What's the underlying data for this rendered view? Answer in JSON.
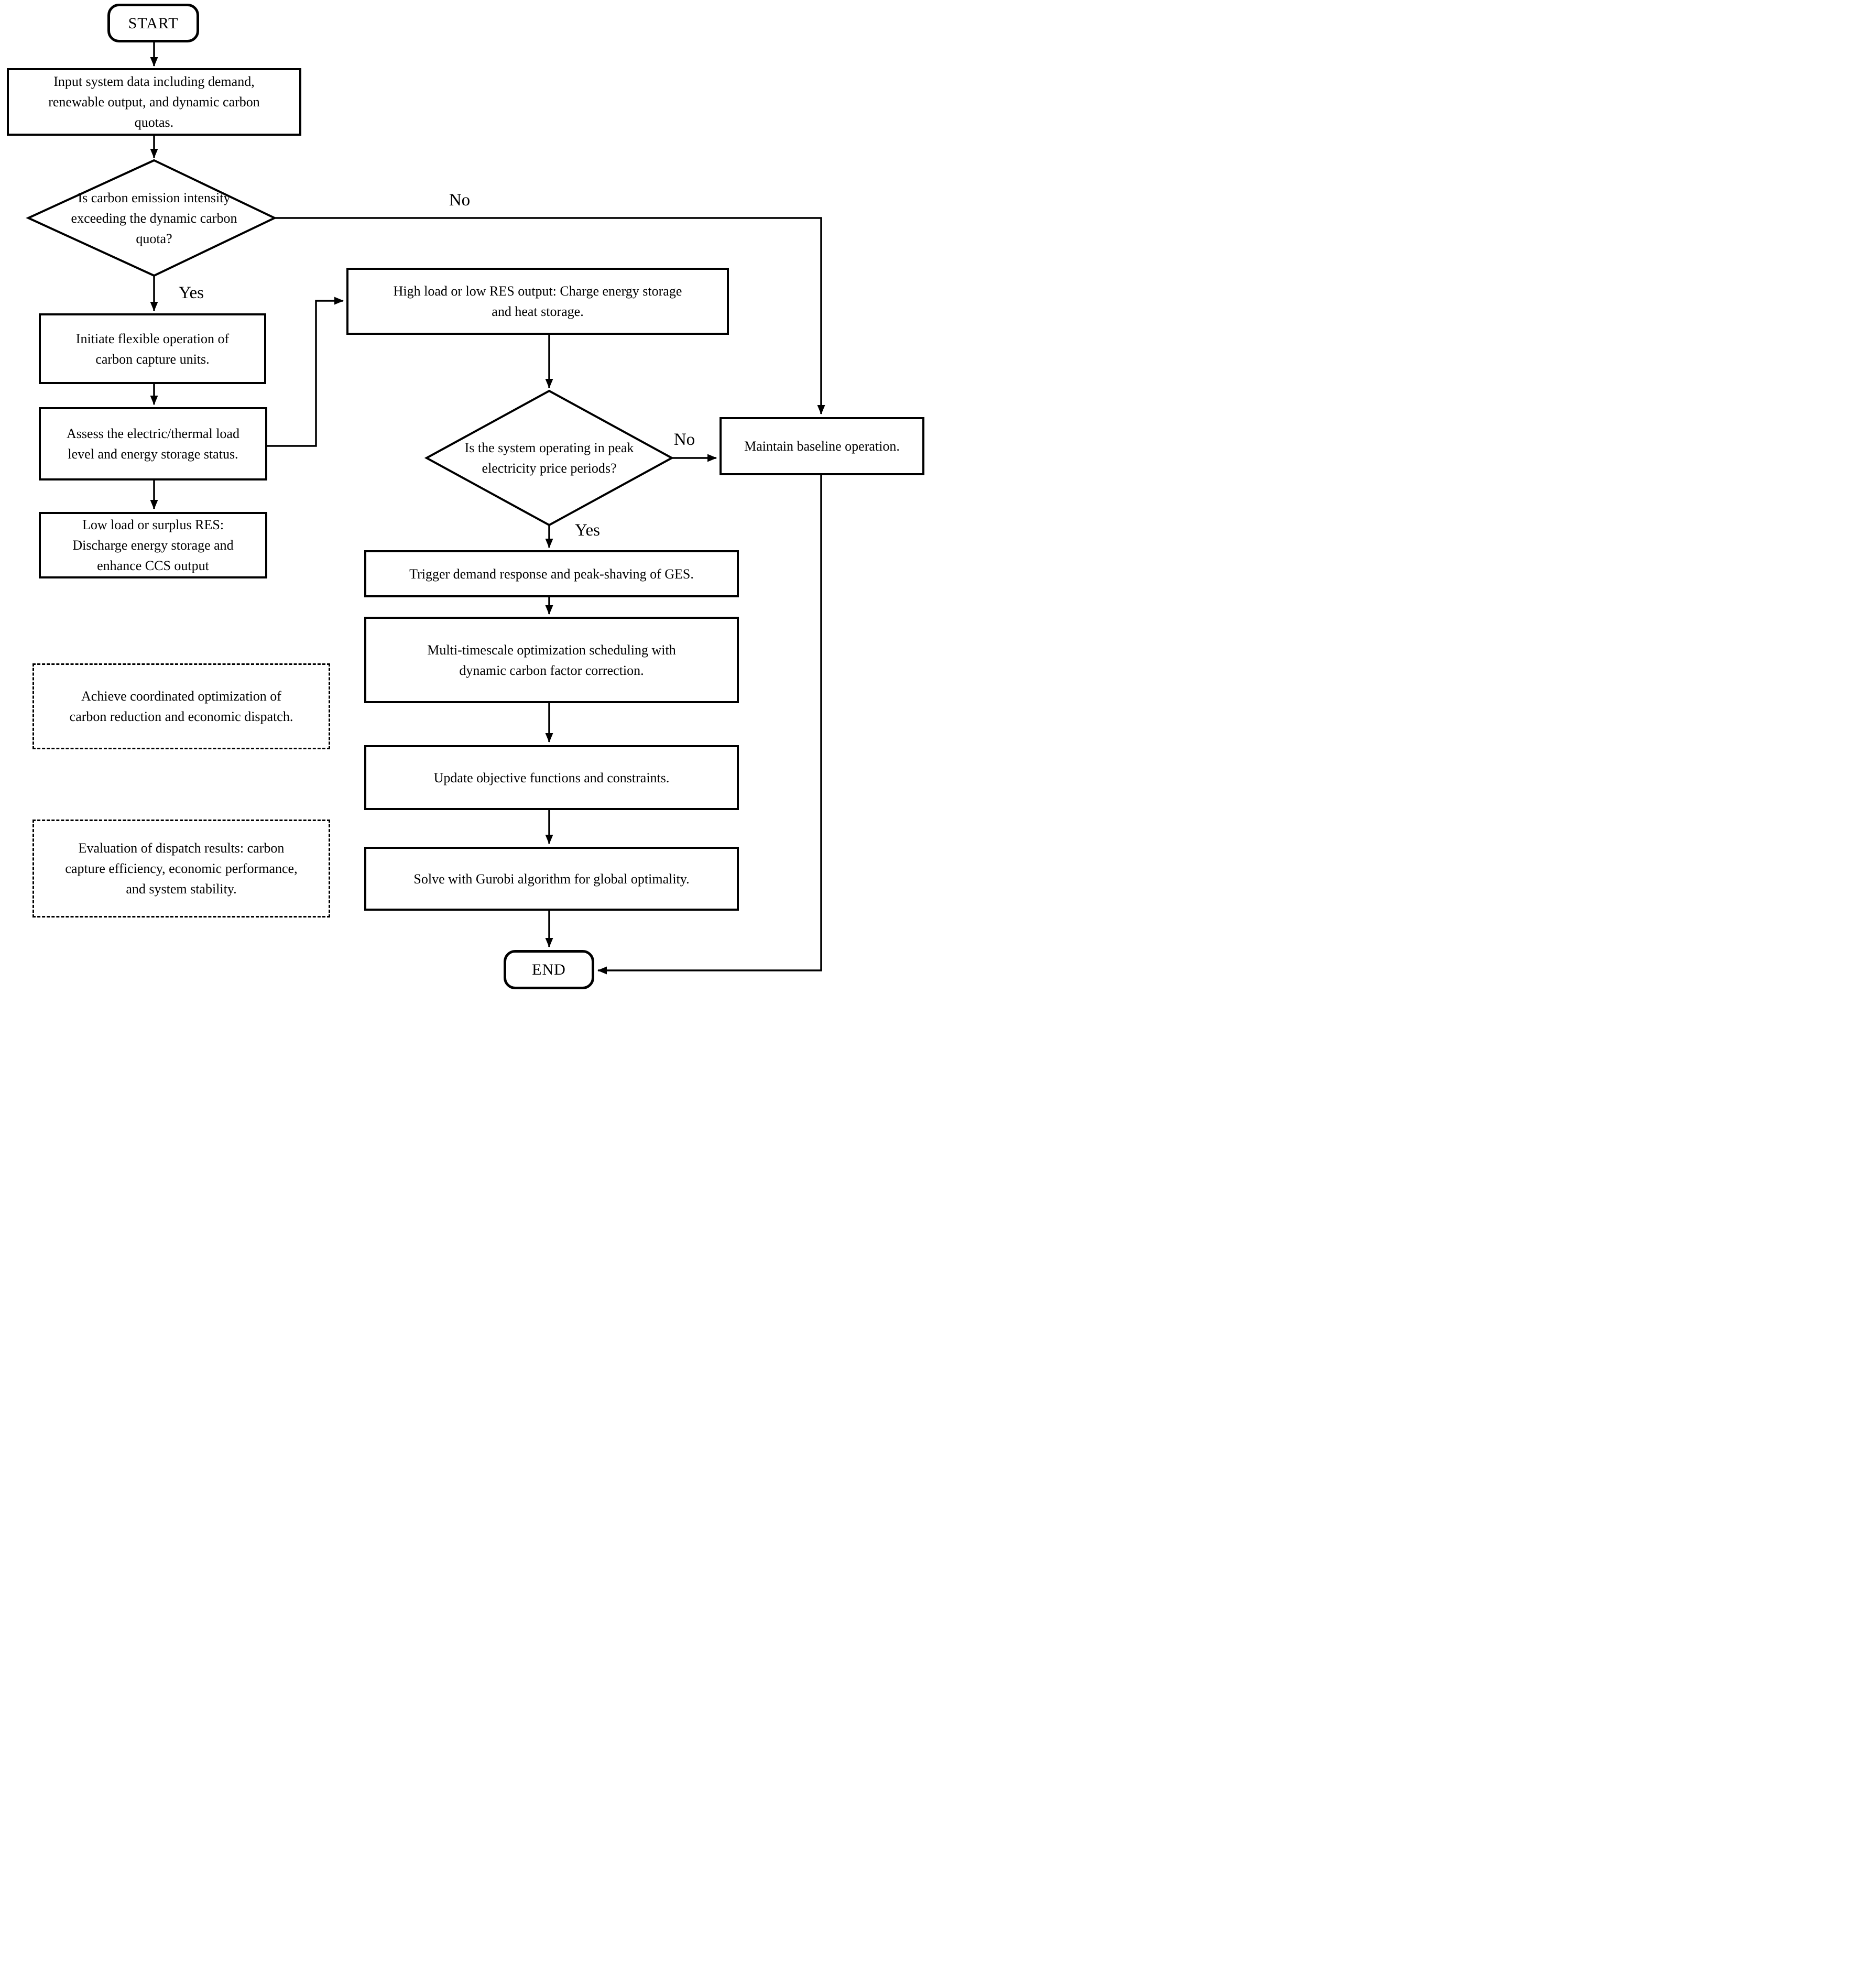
{
  "flowchart": {
    "colors": {
      "background": "#ffffff",
      "line": "#000000"
    },
    "nodes": {
      "start": "START",
      "input": [
        "Input system data including demand,",
        "renewable output, and dynamic carbon",
        "quotas."
      ],
      "quota_decision": [
        "Is carbon emission intensity",
        "exceeding the dynamic carbon",
        "quota?"
      ],
      "initiate": [
        "Initiate flexible operation of",
        "carbon capture units."
      ],
      "assess": [
        "Assess the electric/thermal load",
        "level and energy storage status."
      ],
      "low_load": [
        "Low load or surplus RES:",
        "Discharge energy storage and",
        "enhance CCS output"
      ],
      "high_load": [
        "High load or low RES output: Charge energy storage",
        "and heat storage."
      ],
      "peak_decision": [
        "Is the system operating in peak",
        "electricity price periods?"
      ],
      "maintain": "Maintain baseline operation.",
      "trigger": "Trigger demand response and peak-shaving of GES.",
      "multi_timescale": [
        "Multi-timescale optimization scheduling with",
        "dynamic carbon factor correction."
      ],
      "update": "Update objective functions and constraints.",
      "solve": "Solve with Gurobi algorithm for global optimality.",
      "end": "END",
      "note_achieve": [
        "Achieve coordinated optimization of",
        "carbon reduction and economic dispatch."
      ],
      "note_evaluation": [
        "Evaluation of dispatch results: carbon",
        "capture efficiency, economic performance,",
        "and system stability."
      ]
    },
    "branch_labels": {
      "quota_no": "No",
      "quota_yes": "Yes",
      "peak_no": "No",
      "peak_yes": "Yes"
    }
  }
}
